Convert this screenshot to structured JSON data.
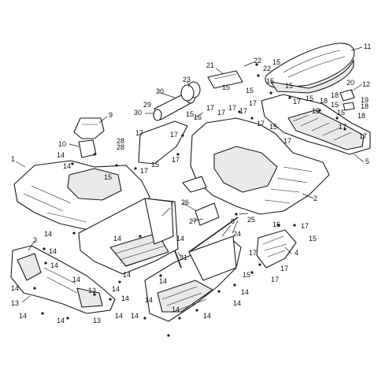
{
  "callouts": [
    {
      "id": "1",
      "text": "1"
    },
    {
      "id": "2",
      "text": "2"
    },
    {
      "id": "3",
      "text": "3"
    },
    {
      "id": "4",
      "text": "4"
    },
    {
      "id": "5",
      "text": "5"
    },
    {
      "id": "6",
      "text": "6"
    },
    {
      "id": "7",
      "text": "7"
    },
    {
      "id": "9",
      "text": "9"
    },
    {
      "id": "10",
      "text": "10"
    },
    {
      "id": "11",
      "text": "11"
    },
    {
      "id": "12",
      "text": "12"
    },
    {
      "id": "13",
      "text": "13"
    },
    {
      "id": "14",
      "text": "14"
    },
    {
      "id": "15",
      "text": "15"
    },
    {
      "id": "16",
      "text": "16"
    },
    {
      "id": "17",
      "text": "17"
    },
    {
      "id": "18",
      "text": "18"
    },
    {
      "id": "19",
      "text": "19"
    },
    {
      "id": "20",
      "text": "20"
    },
    {
      "id": "21",
      "text": "21"
    },
    {
      "id": "22",
      "text": "22"
    },
    {
      "id": "23",
      "text": "23"
    },
    {
      "id": "24",
      "text": "24"
    },
    {
      "id": "25",
      "text": "25"
    },
    {
      "id": "26",
      "text": "26"
    },
    {
      "id": "27",
      "text": "27"
    },
    {
      "id": "28",
      "text": "28"
    },
    {
      "id": "29",
      "text": "29"
    },
    {
      "id": "30",
      "text": "30"
    },
    {
      "id": "31",
      "text": "31"
    }
  ]
}
